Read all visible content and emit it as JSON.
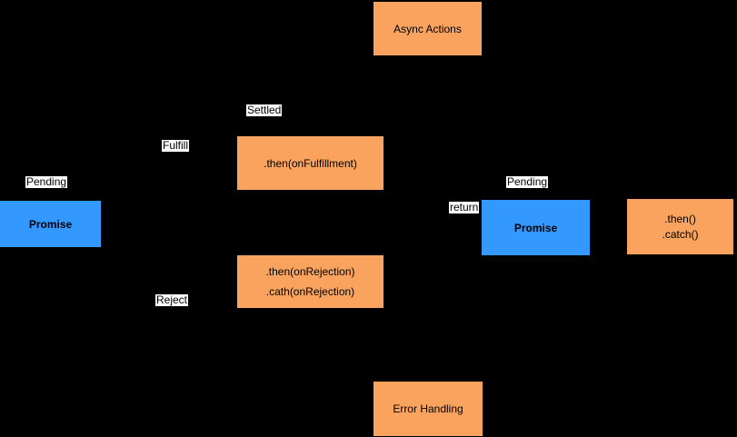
{
  "colors": {
    "canvas_background": "#000000",
    "node_orange": "#F9A35E",
    "node_blue": "#3399FF",
    "label_background": "#FFFFFF",
    "text": "#000000"
  },
  "nodes": {
    "async_actions": {
      "label": "Async Actions"
    },
    "promise_left": {
      "label": "Promise"
    },
    "then_fulfillment": {
      "label": ".then(onFulfillment)"
    },
    "then_rejection": {
      "line1": ".then(onRejection)",
      "line2": ".cath(onRejection)"
    },
    "promise_right": {
      "label": "Promise"
    },
    "then_catch": {
      "line1": ".then()",
      "line2": ".catch()"
    },
    "error_handling": {
      "label": "Error Handling"
    }
  },
  "labels": {
    "pending_left": "Pending",
    "fulfill": "Fulfill",
    "settled": "Settled",
    "reject": "Reject",
    "return_label": "return",
    "pending_right": "Pending"
  }
}
